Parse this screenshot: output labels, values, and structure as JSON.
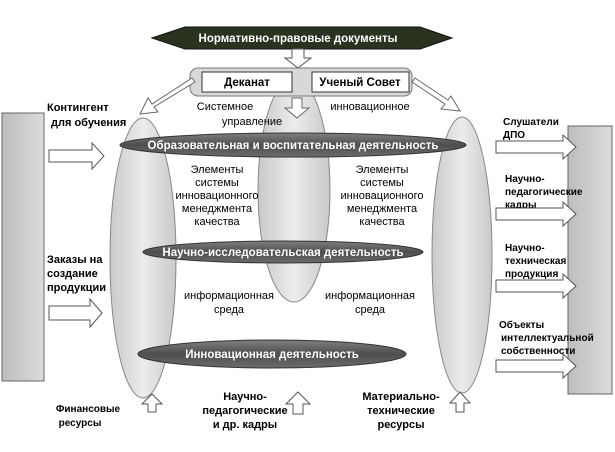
{
  "top_banner": "Нормативно-правовые документы",
  "boxes": {
    "dean": "Деканат",
    "council": "Ученый Совет"
  },
  "near_boxes": {
    "left": [
      "Системное",
      "управление"
    ],
    "right": [
      "инновационное"
    ]
  },
  "bands": {
    "top": "Образовательная и воспитательная деятельность",
    "middle": "Научно-исследовательская деятельность",
    "bottom": "Инновационная деятельность"
  },
  "elements_text": [
    "Элементы",
    "системы",
    "инновационного",
    "менеджмента",
    "качества"
  ],
  "info_env": [
    "информационная",
    "среда"
  ],
  "left_inputs": {
    "contingent": [
      "Контингент",
      "для обучения"
    ],
    "orders": [
      "Заказы на",
      "создание",
      "продукции"
    ]
  },
  "bottom_inputs": {
    "finance": [
      "Финансовые",
      "ресурсы"
    ],
    "staff": [
      "Научно-",
      "педагогические",
      "и др. кадры"
    ],
    "material": [
      "Материально-",
      "технические",
      "ресурсы"
    ]
  },
  "right_outputs": {
    "listeners": [
      "Слушатели",
      "ДПО"
    ],
    "cadres": [
      "Научно-",
      "педагогические",
      "кадры"
    ],
    "products": [
      "Научно-",
      "техническая",
      "продукция"
    ],
    "ip": [
      "Объекты",
      "интеллектуальной",
      "собственности"
    ]
  },
  "colors": {
    "dark_band": "#5a5a5a",
    "light_fill": "#d9d9d9",
    "side_block": "#c8c8c8",
    "top_banner": "#2a3320",
    "arrow_fill": "#ffffff"
  }
}
